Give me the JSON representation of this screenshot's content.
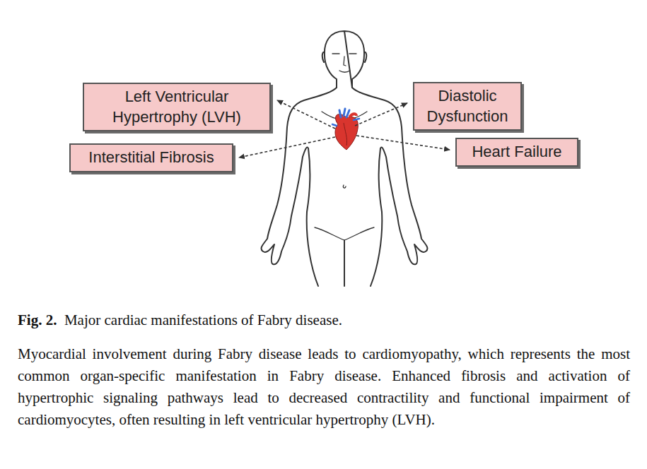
{
  "diagram": {
    "title": "Major cardiac manifestations of Fabry disease.",
    "caption": "Myocardial involvement during Fabry disease leads to cardiomyopathy, which represents the most common organ-specific manifestation in Fabry disease. Enhanced fibrosis and activation of hypertrophic signaling pathways lead to decreased contractility and functional impairment of cardiomyocytes, often resulting in left ventricular hypertrophy (LVH).",
    "nodes": [
      {
        "text": [
          "Left Ventricular Hypertrophy (LVH)"
        ]
      },
      {
        "text": [
          "Diastolic Dysfunction"
        ]
      },
      {
        "text": [
          "Interstitial Fibrosis"
        ]
      },
      {
        "text": [
          "Heart Failure"
        ]
      }
    ],
    "labels": [
      "Fig. 2."
    ]
  }
}
